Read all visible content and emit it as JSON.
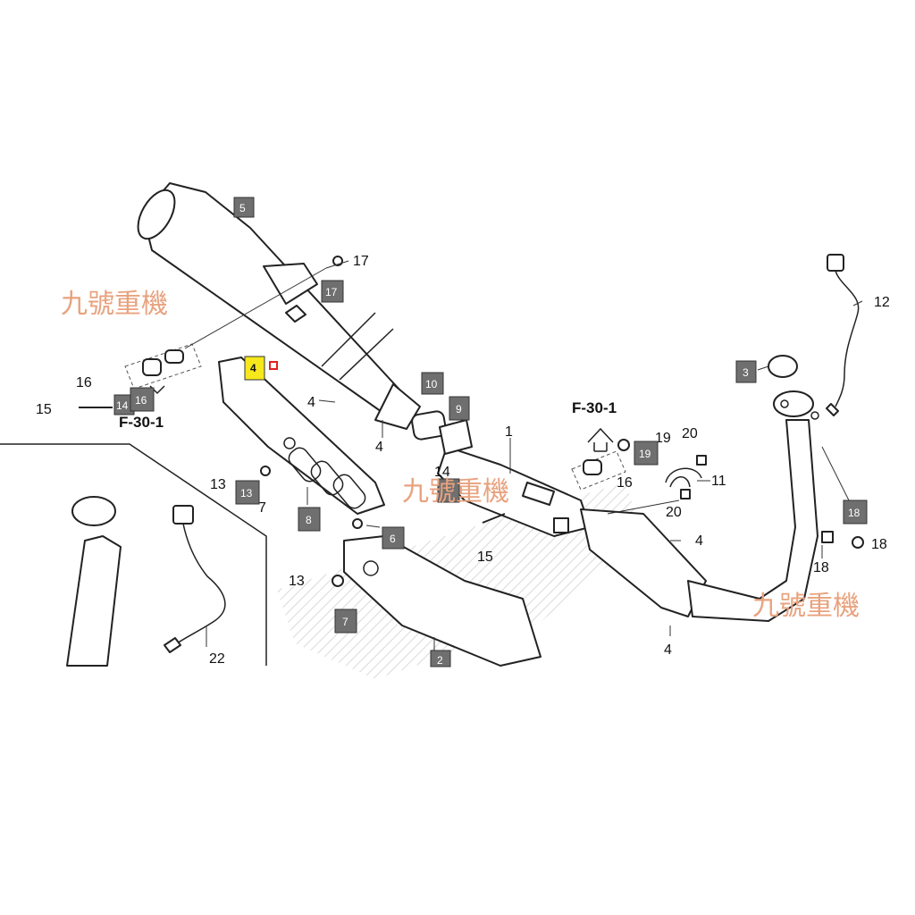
{
  "watermarks": [
    "九號重機",
    "九號重機",
    "九號重機"
  ],
  "refs": [
    "F-30-1",
    "F-30-1"
  ],
  "labels": {
    "n1": "1",
    "n2": "2",
    "n3": "3",
    "n4a": "4",
    "n4b": "4",
    "n4c": "4",
    "n4d": "4",
    "n4e": "4",
    "n5": "5",
    "n6": "6",
    "n7a": "7",
    "n7b": "7",
    "n8": "8",
    "n9": "9",
    "n10": "10",
    "n11": "11",
    "n12": "12",
    "n13a": "13",
    "n13b": "13",
    "n13c": "13",
    "n14a": "14",
    "n14b": "14",
    "n15a": "15",
    "n15b": "15",
    "n16a": "16",
    "n16b": "16",
    "n16c": "16",
    "n17a": "17",
    "n17b": "17",
    "n18a": "18",
    "n18b": "18",
    "n18c": "18",
    "n19a": "19",
    "n19b": "19",
    "n20a": "20",
    "n20b": "20",
    "n22": "22"
  },
  "colors": {
    "badge": "#6f6f6f",
    "highlight": "#f7e81b",
    "watermark": "#e8a27e"
  }
}
